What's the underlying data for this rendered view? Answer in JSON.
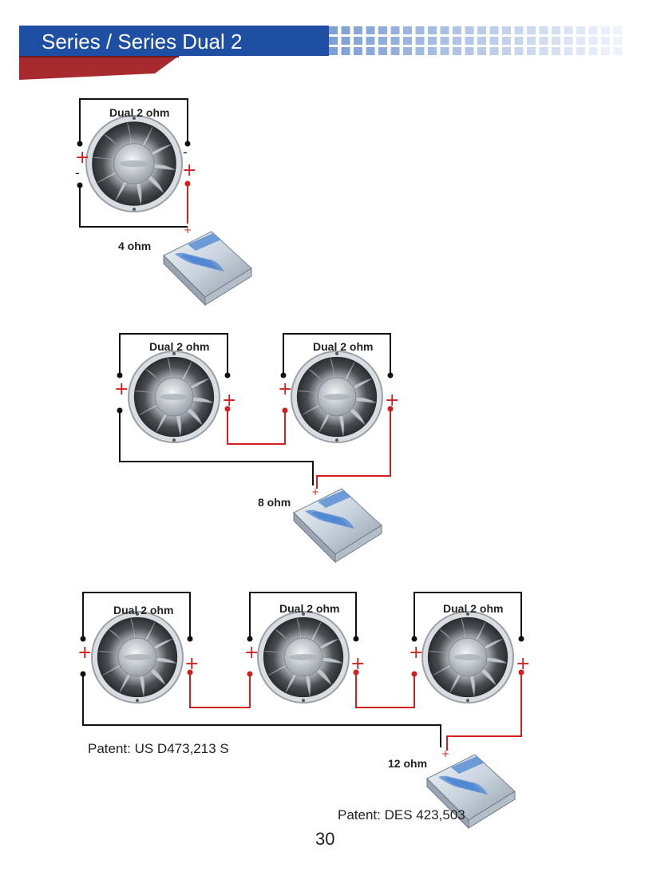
{
  "header": {
    "title": "Series / Series Dual 2",
    "colors": {
      "blue": "#1f4fa3",
      "red": "#a72a2f",
      "grid_blue": "#7e9ed6"
    }
  },
  "diagrams": [
    {
      "speaker_labels": [
        "Dual 2 ohm"
      ],
      "impedance": "4 ohm"
    },
    {
      "speaker_labels": [
        "Dual 2 ohm",
        "Dual 2 ohm"
      ],
      "impedance": "8 ohm"
    },
    {
      "speaker_labels": [
        "Dual 2 ohm",
        "Dual 2 ohm",
        "Dual 2 ohm"
      ],
      "impedance": "12 ohm"
    }
  ],
  "patents": [
    "Patent: US D473,213 S",
    "Patent: DES 423,503"
  ],
  "page_number": "30",
  "wire_colors": {
    "negative": "#111111",
    "positive": "#d2201f"
  }
}
